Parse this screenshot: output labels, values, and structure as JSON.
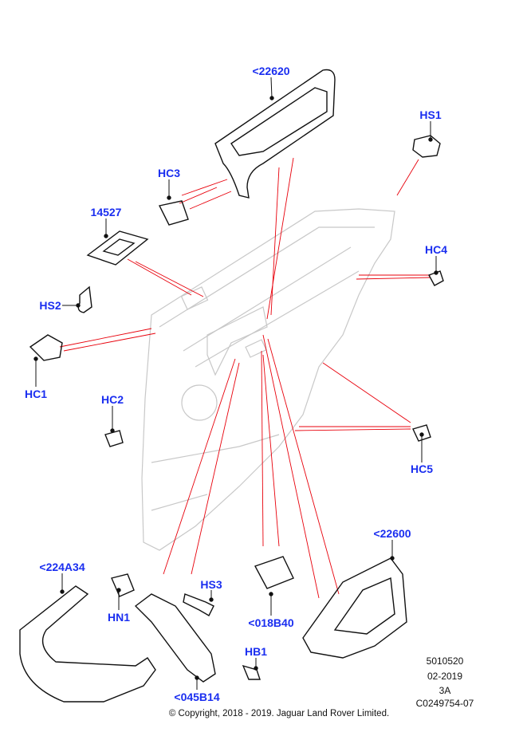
{
  "callouts": {
    "c22620": "<22620",
    "hs1": "HS1",
    "hc3": "HC3",
    "p14527": "14527",
    "hc4": "HC4",
    "hs2": "HS2",
    "hc1": "HC1",
    "hc2": "HC2",
    "hc5": "HC5",
    "c22600": "<22600",
    "c224a34": "<224A34",
    "hs3": "HS3",
    "hn1": "HN1",
    "c018b40": "<018B40",
    "hb1": "HB1",
    "c045b14": "<045B14"
  },
  "info": {
    "ref": "5010520",
    "date": "02-2019",
    "rev": "3A",
    "code": "C0249754-07"
  },
  "copyright": "© Copyright, 2018 - 2019. Jaguar Land Rover Limited.",
  "colors": {
    "callout": "#1a2ef0",
    "leader": "#e8000b",
    "panel": "#c8c8c8"
  }
}
